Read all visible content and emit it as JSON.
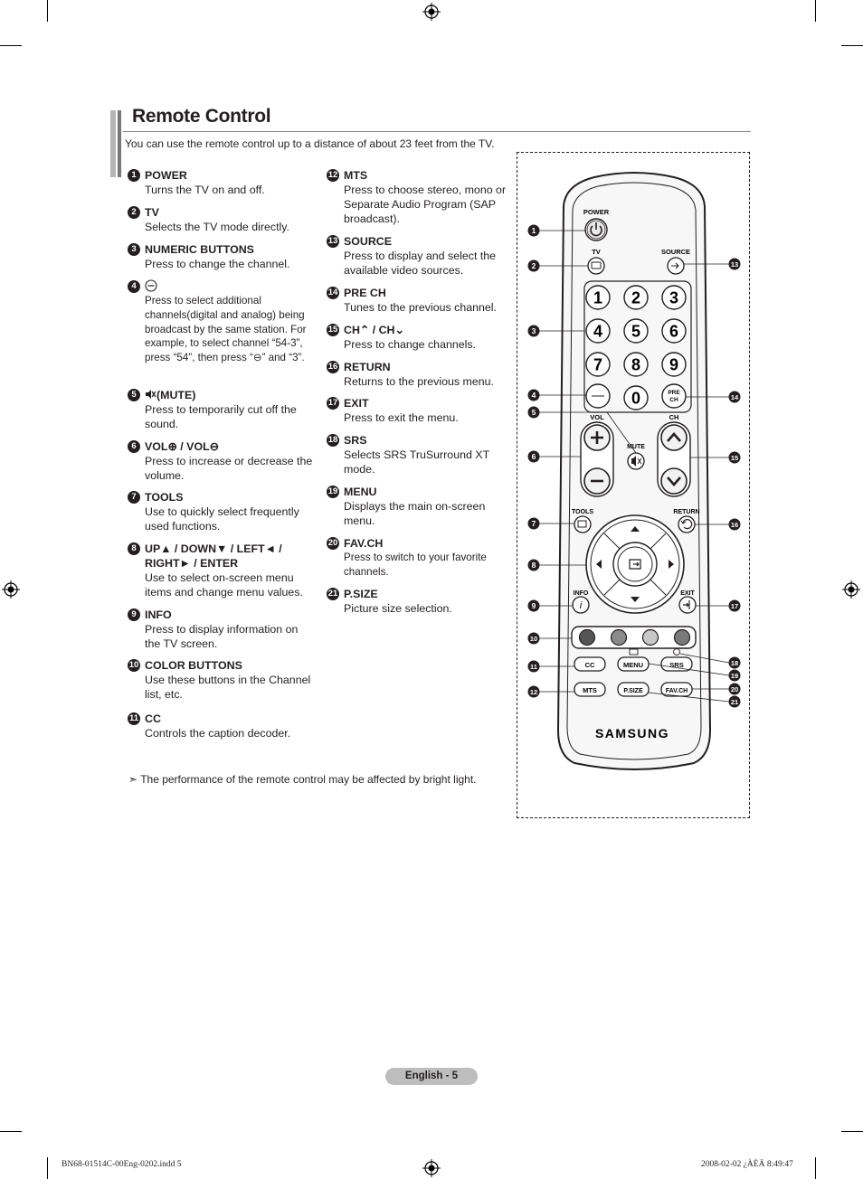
{
  "page": {
    "title": "Remote Control",
    "intro": "You can use the remote control up to a distance of about 23 feet from the TV.",
    "note_arrow": "➣",
    "note": "The performance of the remote control may be affected by bright light.",
    "footer": "English - 5",
    "slug_left": "BN68-01514C-00Eng-0202.indd   5",
    "slug_right": "2008-02-02   ¿ÀÈÄ 8:49:47"
  },
  "items_left": [
    {
      "num": "1",
      "name": "POWER",
      "desc": "Turns the TV on and off."
    },
    {
      "num": "2",
      "name": "TV",
      "desc": "Selects the TV mode directly."
    },
    {
      "num": "3",
      "name": "NUMERIC BUTTONS",
      "desc": "Press to change the channel."
    },
    {
      "num": "4",
      "name": "",
      "desc": "Press to select additional channels(digital and analog) being broadcast by the same station. For example, to select channel “54-3”, press “54”, then press “⊖” and “3”."
    },
    {
      "num": "5",
      "name": "(MUTE)",
      "desc": "Press to temporarily cut off the sound."
    },
    {
      "num": "6",
      "name": "VOL⊕ / VOL⊖",
      "desc": "Press to increase or decrease the volume."
    },
    {
      "num": "7",
      "name": "TOOLS",
      "desc": "Use to quickly select frequently used functions."
    },
    {
      "num": "8",
      "name": "UP▲ / DOWN▼ / LEFT◄ / RIGHT► / ENTER",
      "desc": "Use to select on-screen menu items and change menu values."
    },
    {
      "num": "9",
      "name": "INFO",
      "desc": "Press to display information on the TV screen."
    },
    {
      "num": "10",
      "name": "COLOR BUTTONS",
      "desc": "Use these buttons in the Channel list, etc."
    },
    {
      "num": "11",
      "name": "CC",
      "desc": "Controls the caption decoder."
    }
  ],
  "items_right": [
    {
      "num": "12",
      "name": "MTS",
      "desc": "Press to choose stereo, mono or Separate Audio Program (SAP broadcast)."
    },
    {
      "num": "13",
      "name": "SOURCE",
      "desc": "Press to display and select the available video sources."
    },
    {
      "num": "14",
      "name": "PRE CH",
      "desc": "Tunes to the previous channel."
    },
    {
      "num": "15",
      "name": "CH⌃ / CH⌄",
      "desc": "Press to change channels."
    },
    {
      "num": "16",
      "name": "RETURN",
      "desc": "Returns to the previous menu."
    },
    {
      "num": "17",
      "name": "EXIT",
      "desc": "Press to exit the menu."
    },
    {
      "num": "18",
      "name": "SRS",
      "desc": "Selects SRS TruSurround XT mode."
    },
    {
      "num": "19",
      "name": "MENU",
      "desc": "Displays the main on-screen menu."
    },
    {
      "num": "20",
      "name": "FAV.CH",
      "desc": "Press to switch to your favorite channels."
    },
    {
      "num": "21",
      "name": "P.SIZE",
      "desc": "Picture size selection."
    }
  ],
  "remote": {
    "brand": "SAMSUNG",
    "labels": {
      "power": "POWER",
      "tv": "TV",
      "source": "SOURCE",
      "vol": "VOL",
      "ch": "CH",
      "mute": "MUTE",
      "tools": "TOOLS",
      "return": "RETURN",
      "info": "INFO",
      "exit": "EXIT",
      "pre": "PRE",
      "ch2": "CH",
      "cc": "CC",
      "menu": "MENU",
      "srs": "SRS",
      "mts": "MTS",
      "psize": "P.SIZE",
      "favch": "FAV.CH"
    },
    "digits": [
      "1",
      "2",
      "3",
      "4",
      "5",
      "6",
      "7",
      "8",
      "9",
      "0"
    ],
    "callouts_left": [
      "1",
      "2",
      "3",
      "4",
      "5",
      "6",
      "7",
      "8",
      "9",
      "10",
      "11",
      "12"
    ],
    "callouts_right": [
      "13",
      "14",
      "15",
      "16",
      "17",
      "18",
      "19",
      "20",
      "21"
    ],
    "color_buttons": [
      "#555555",
      "#8a8a8a",
      "#c8c8c8",
      "#7a7a7a"
    ]
  }
}
